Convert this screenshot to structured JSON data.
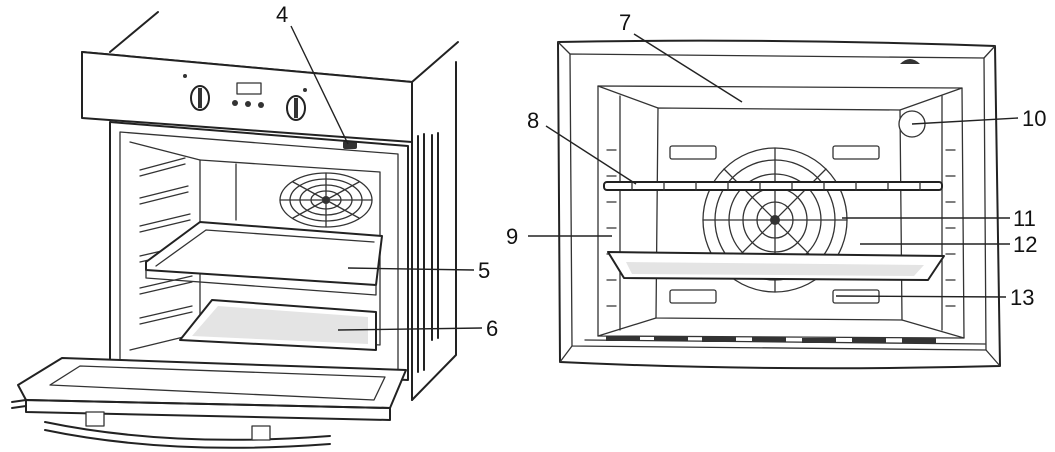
{
  "callouts": {
    "c4": "4",
    "c5": "5",
    "c6": "6",
    "c7": "7",
    "c8": "8",
    "c9": "9",
    "c10": "10",
    "c11": "11",
    "c12": "12",
    "c13": "13"
  }
}
